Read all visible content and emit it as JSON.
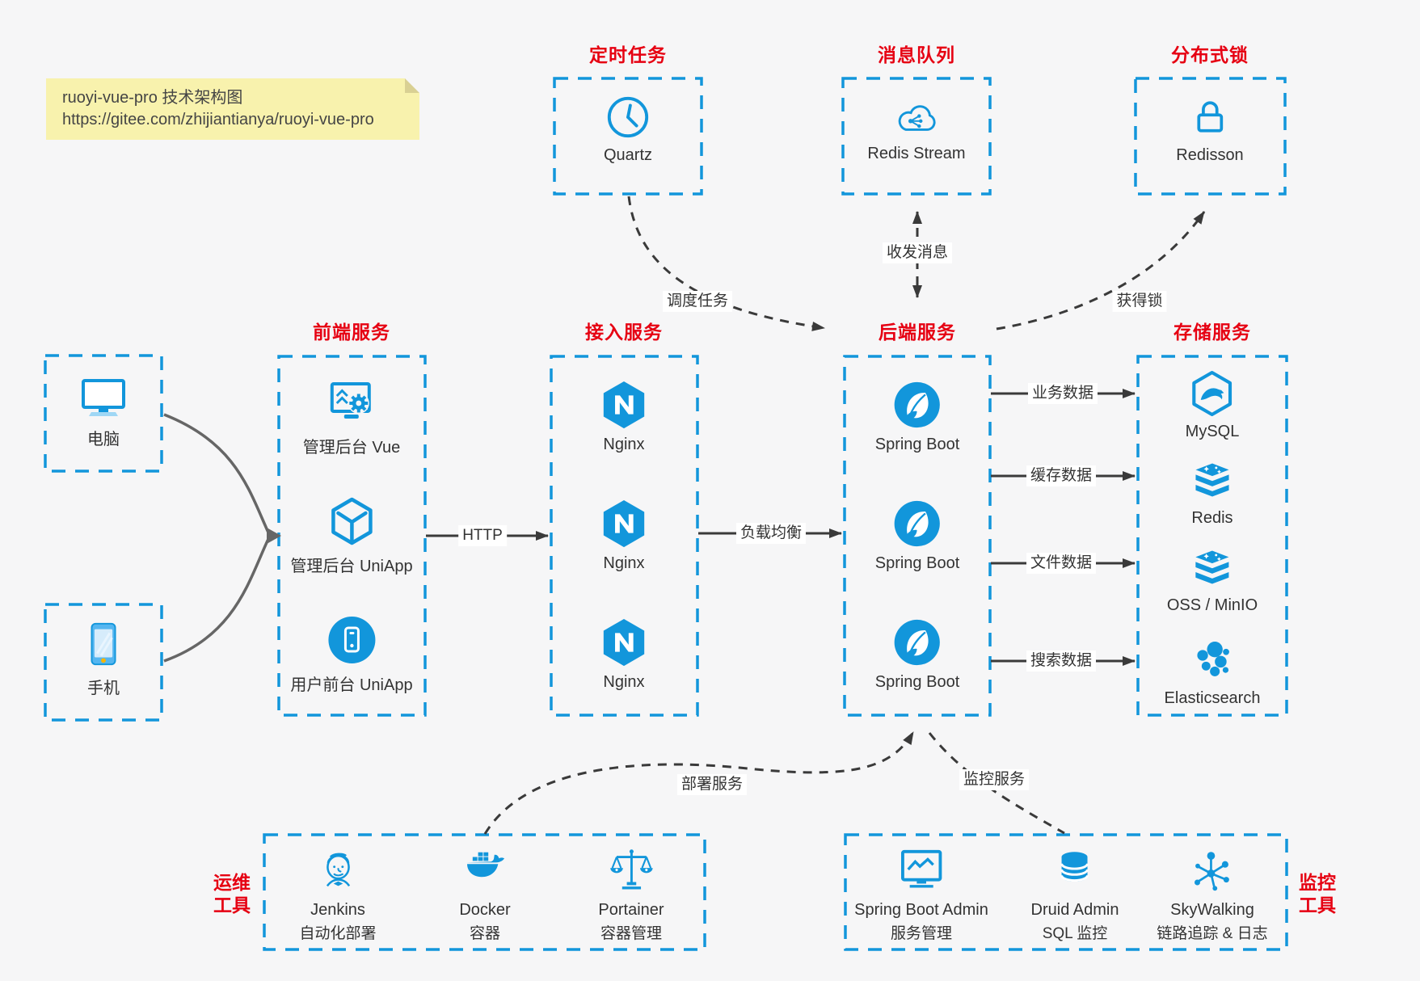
{
  "note": {
    "line1": "ruoyi-vue-pro 技术架构图",
    "line2": "https://gitee.com/zhijiantianya/ruoyi-vue-pro"
  },
  "colors": {
    "accent_blue": "#1296db",
    "title_red": "#e60012",
    "arrow_dark": "#3a3a3a",
    "arrow_gray": "#666666",
    "note_bg": "#f8f2ad",
    "page_bg": "#f6f6f7"
  },
  "top_groups": [
    {
      "title": "定时任务",
      "label": "Quartz",
      "icon": "clock-icon"
    },
    {
      "title": "消息队列",
      "label": "Redis Stream",
      "icon": "cloud-share-icon"
    },
    {
      "title": "分布式锁",
      "label": "Redisson",
      "icon": "lock-icon"
    }
  ],
  "clients": [
    {
      "label": "电脑",
      "icon": "desktop-icon"
    },
    {
      "label": "手机",
      "icon": "smartphone-icon"
    }
  ],
  "columns": [
    {
      "title": "前端服务",
      "items": [
        {
          "label": "管理后台 Vue",
          "icon": "admin-vue-icon"
        },
        {
          "label": "管理后台 UniApp",
          "icon": "cube-icon"
        },
        {
          "label": "用户前台 UniApp",
          "icon": "user-app-icon"
        }
      ]
    },
    {
      "title": "接入服务",
      "items": [
        {
          "label": "Nginx",
          "icon": "nginx-icon"
        },
        {
          "label": "Nginx",
          "icon": "nginx-icon"
        },
        {
          "label": "Nginx",
          "icon": "nginx-icon"
        }
      ]
    },
    {
      "title": "后端服务",
      "items": [
        {
          "label": "Spring Boot",
          "icon": "spring-icon"
        },
        {
          "label": "Spring Boot",
          "icon": "spring-icon"
        },
        {
          "label": "Spring Boot",
          "icon": "spring-icon"
        }
      ]
    },
    {
      "title": "存储服务",
      "items": [
        {
          "label": "MySQL",
          "icon": "mysql-icon"
        },
        {
          "label": "Redis",
          "icon": "stack-icon"
        },
        {
          "label": "OSS / MinIO",
          "icon": "stack-icon"
        },
        {
          "label": "Elasticsearch",
          "icon": "elasticsearch-icon"
        }
      ]
    }
  ],
  "bottom_groups": [
    {
      "title_line1": "运维",
      "title_line2": "工具",
      "items": [
        {
          "label": "Jenkins",
          "sublabel": "自动化部署",
          "icon": "jenkins-icon"
        },
        {
          "label": "Docker",
          "sublabel": "容器",
          "icon": "docker-icon"
        },
        {
          "label": "Portainer",
          "sublabel": "容器管理",
          "icon": "portainer-icon"
        }
      ]
    },
    {
      "title_line1": "监控",
      "title_line2": "工具",
      "items": [
        {
          "label": "Spring Boot Admin",
          "sublabel": "服务管理",
          "icon": "monitor-chart-icon"
        },
        {
          "label": "Druid Admin",
          "sublabel": "SQL 监控",
          "icon": "database-icon"
        },
        {
          "label": "SkyWalking",
          "sublabel": "链路追踪 & 日志",
          "icon": "topology-icon"
        }
      ]
    }
  ],
  "edge_labels": {
    "schedule": "调度任务",
    "message": "收发消息",
    "lock": "获得锁",
    "http": "HTTP",
    "load_balance": "负载均衡",
    "business_data": "业务数据",
    "cache_data": "缓存数据",
    "file_data": "文件数据",
    "search_data": "搜索数据",
    "deploy": "部署服务",
    "monitor": "监控服务"
  }
}
